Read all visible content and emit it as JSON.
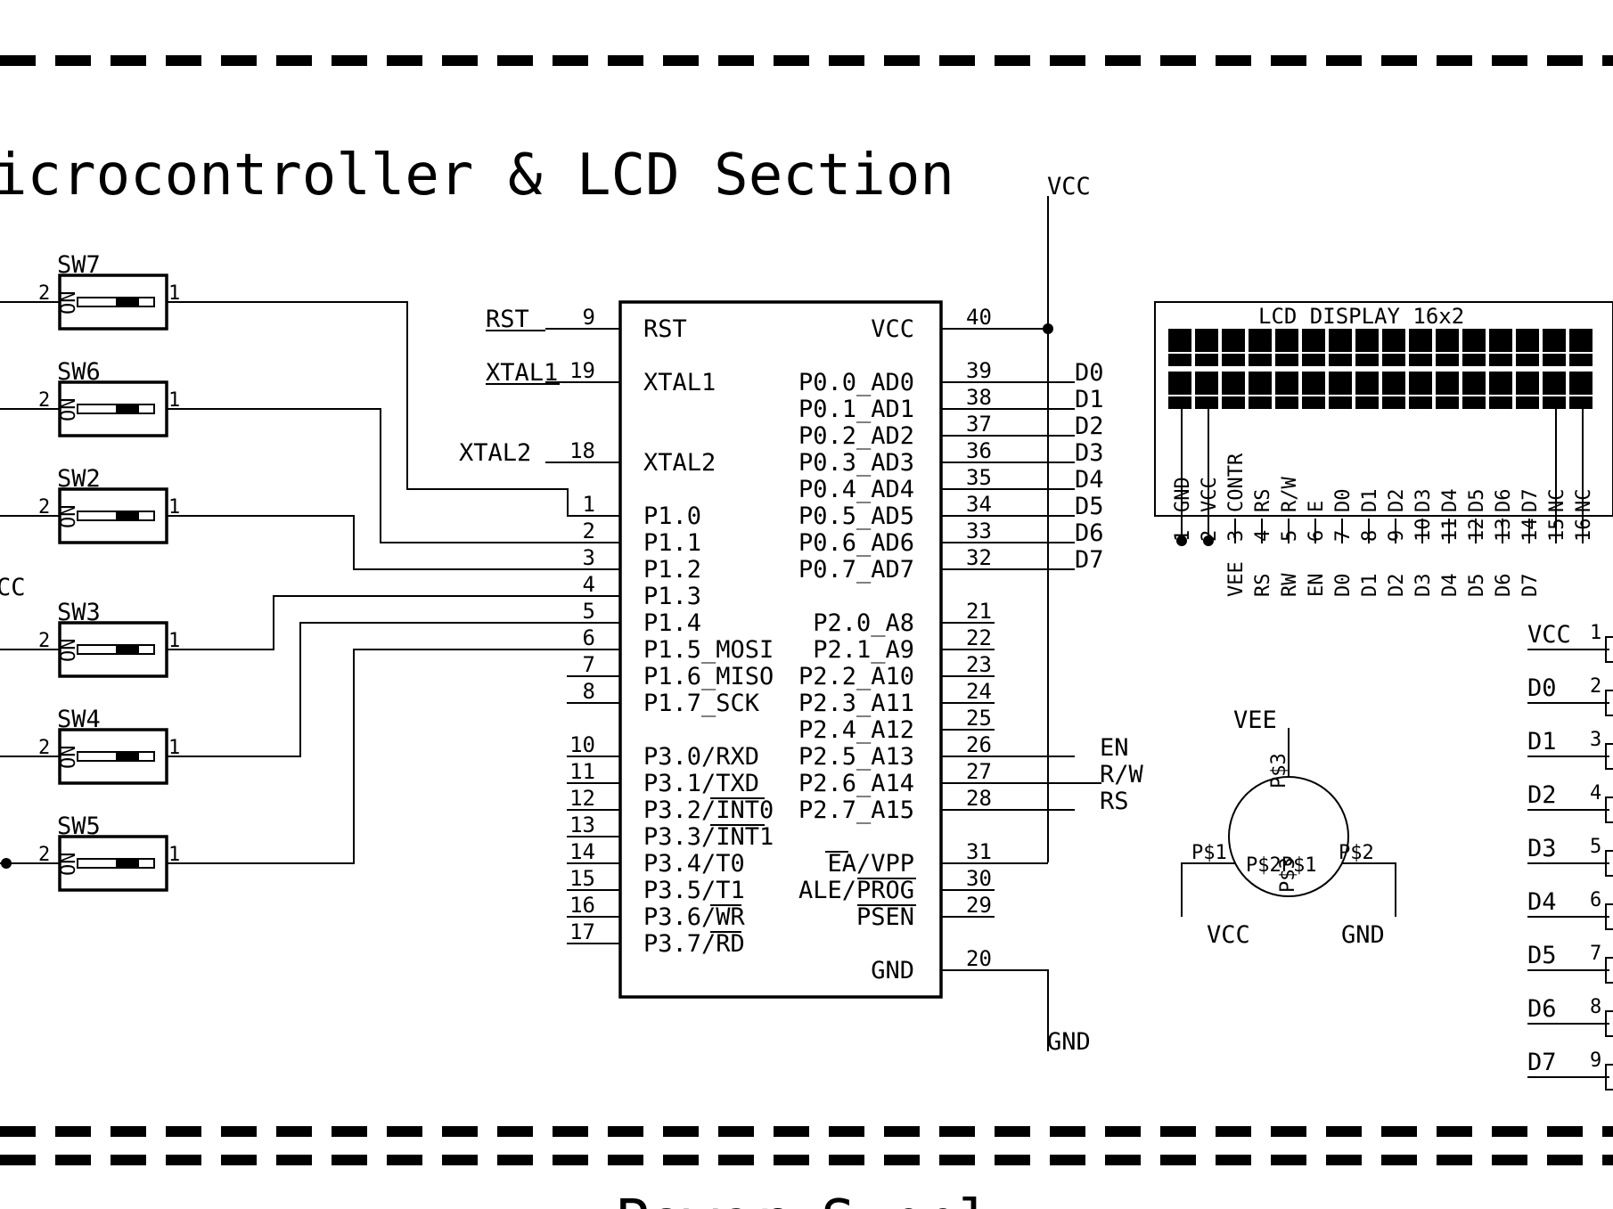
{
  "section_title": "icrocontroller & LCD Section",
  "next_section_title": "Power Supply",
  "net_labels": {
    "vcc_top": "VCC",
    "gnd_bottom": "GND",
    "rst": "RST",
    "xtal1": "XTAL1",
    "xtal2": "XTAL2",
    "en": "EN",
    "rw": "R/W",
    "rs": "RS",
    "left_vcc_fragment": "CC"
  },
  "switches": [
    {
      "name": "SW7",
      "pin_left": "2",
      "pin_right": "1",
      "mark": "ON"
    },
    {
      "name": "SW6",
      "pin_left": "2",
      "pin_right": "1",
      "mark": "ON"
    },
    {
      "name": "SW2",
      "pin_left": "2",
      "pin_right": "1",
      "mark": "ON"
    },
    {
      "name": "SW3",
      "pin_left": "2",
      "pin_right": "1",
      "mark": "ON"
    },
    {
      "name": "SW4",
      "pin_left": "2",
      "pin_right": "1",
      "mark": "ON"
    },
    {
      "name": "SW5",
      "pin_left": "2",
      "pin_right": "1",
      "mark": "ON"
    }
  ],
  "mcu": {
    "left_pins": [
      {
        "num": "9",
        "label": "RST"
      },
      {
        "num": "19",
        "label": "XTAL1"
      },
      {
        "num": "18",
        "label": "XTAL2"
      },
      {
        "num": "1",
        "label": "P1.0"
      },
      {
        "num": "2",
        "label": "P1.1"
      },
      {
        "num": "3",
        "label": "P1.2"
      },
      {
        "num": "4",
        "label": "P1.3"
      },
      {
        "num": "5",
        "label": "P1.4"
      },
      {
        "num": "6",
        "label": "P1.5_MOSI"
      },
      {
        "num": "7",
        "label": "P1.6_MISO"
      },
      {
        "num": "8",
        "label": "P1.7_SCK"
      },
      {
        "num": "10",
        "label": "P3.0/RXD"
      },
      {
        "num": "11",
        "label": "P3.1/TXD"
      },
      {
        "num": "12",
        "label": "P3.2/INT0"
      },
      {
        "num": "13",
        "label": "P3.3/INT1"
      },
      {
        "num": "14",
        "label": "P3.4/T0"
      },
      {
        "num": "15",
        "label": "P3.5/T1"
      },
      {
        "num": "16",
        "label": "P3.6/WR"
      },
      {
        "num": "17",
        "label": "P3.7/RD"
      }
    ],
    "right_pins": [
      {
        "num": "40",
        "label": "VCC"
      },
      {
        "num": "39",
        "label": "P0.0_AD0"
      },
      {
        "num": "38",
        "label": "P0.1_AD1"
      },
      {
        "num": "37",
        "label": "P0.2_AD2"
      },
      {
        "num": "36",
        "label": "P0.3_AD3"
      },
      {
        "num": "35",
        "label": "P0.4_AD4"
      },
      {
        "num": "34",
        "label": "P0.5_AD5"
      },
      {
        "num": "33",
        "label": "P0.6_AD6"
      },
      {
        "num": "32",
        "label": "P0.7_AD7"
      },
      {
        "num": "21",
        "label": "P2.0_A8"
      },
      {
        "num": "22",
        "label": "P2.1_A9"
      },
      {
        "num": "23",
        "label": "P2.2_A10"
      },
      {
        "num": "24",
        "label": "P2.3_A11"
      },
      {
        "num": "25",
        "label": "P2.4_A12"
      },
      {
        "num": "26",
        "label": "P2.5_A13"
      },
      {
        "num": "27",
        "label": "P2.6_A14"
      },
      {
        "num": "28",
        "label": "P2.7_A15"
      },
      {
        "num": "31",
        "label": "EA/VPP"
      },
      {
        "num": "30",
        "label": "ALE/PROG"
      },
      {
        "num": "29",
        "label": "PSEN"
      },
      {
        "num": "20",
        "label": "GND"
      }
    ],
    "data_nets": [
      "D0",
      "D1",
      "D2",
      "D3",
      "D4",
      "D5",
      "D6",
      "D7"
    ]
  },
  "lcd": {
    "title": "LCD DISPLAY 16x2",
    "pins": [
      {
        "num": "1",
        "name": "GND",
        "net": ""
      },
      {
        "num": "2",
        "name": "VCC",
        "net": ""
      },
      {
        "num": "3",
        "name": "CONTR",
        "net": "VEE"
      },
      {
        "num": "4",
        "name": "RS",
        "net": "RS"
      },
      {
        "num": "5",
        "name": "R/W",
        "net": "RW"
      },
      {
        "num": "6",
        "name": "E",
        "net": "EN"
      },
      {
        "num": "7",
        "name": "D0",
        "net": "D0"
      },
      {
        "num": "8",
        "name": "D1",
        "net": "D1"
      },
      {
        "num": "9",
        "name": "D2",
        "net": "D2"
      },
      {
        "num": "10",
        "name": "D3",
        "net": "D3"
      },
      {
        "num": "11",
        "name": "D4",
        "net": "D4"
      },
      {
        "num": "12",
        "name": "D5",
        "net": "D5"
      },
      {
        "num": "13",
        "name": "D6",
        "net": "D6"
      },
      {
        "num": "14",
        "name": "D7",
        "net": "D7"
      },
      {
        "num": "15",
        "name": "NC",
        "net": ""
      },
      {
        "num": "16",
        "name": "NC",
        "net": ""
      }
    ]
  },
  "pot": {
    "wiper_net": "VEE",
    "wiper_pin": "P$3",
    "left_pin": "P$1",
    "right_pin": "P$2",
    "center_text_1": "P$3",
    "center_text_2": "P$2P$1",
    "left_net": "VCC",
    "right_net": "GND"
  },
  "header": {
    "pins": [
      {
        "net": "VCC",
        "num": "1"
      },
      {
        "net": "D0",
        "num": "2"
      },
      {
        "net": "D1",
        "num": "3"
      },
      {
        "net": "D2",
        "num": "4"
      },
      {
        "net": "D3",
        "num": "5"
      },
      {
        "net": "D4",
        "num": "6"
      },
      {
        "net": "D5",
        "num": "7"
      },
      {
        "net": "D6",
        "num": "8"
      },
      {
        "net": "D7",
        "num": "9"
      }
    ]
  }
}
